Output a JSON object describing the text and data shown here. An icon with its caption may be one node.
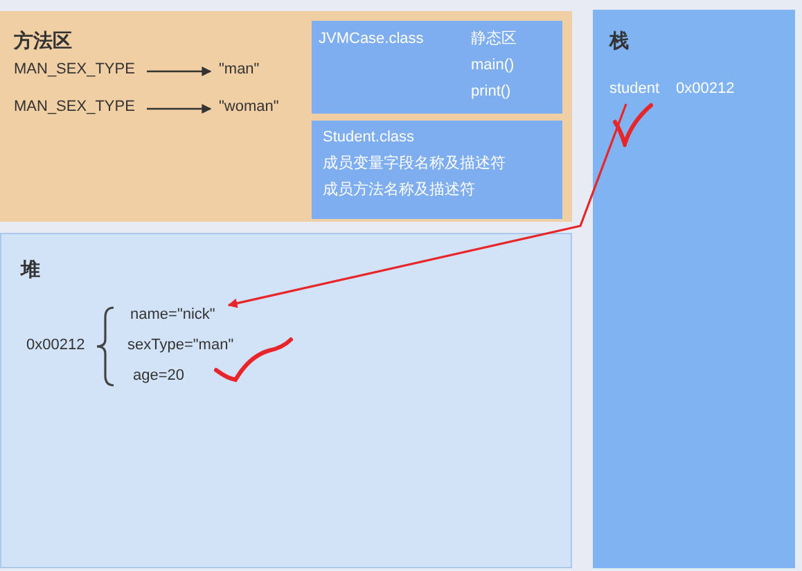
{
  "diagram": {
    "nodes": [
      {
        "text": [
          "方法区"
        ]
      },
      {
        "text": [
          "MAN_SEX_TYPE"
        ],
        "in": 0
      },
      {
        "text": [
          "\"man\""
        ],
        "in": 0
      },
      {
        "text": [
          "MAN_SEX_TYPE"
        ],
        "in": 0
      },
      {
        "text": [
          "\"woman\""
        ],
        "in": 0
      },
      {
        "text": [
          "JVMCase.class",
          "静态区",
          "main()",
          "print()"
        ],
        "in": 0
      },
      {
        "text": [
          "Student.class",
          "成员变量字段名称及描述符",
          "成员方法名称及描述符"
        ],
        "in": 0
      },
      {
        "text": [
          "堆"
        ]
      },
      {
        "text": [
          "0x00212"
        ],
        "in": 7
      },
      {
        "text": [
          "name=\"nick\""
        ],
        "in": 7
      },
      {
        "text": [
          "sexType=\"man\""
        ],
        "in": 7
      },
      {
        "text": [
          "age=20"
        ],
        "in": 7
      },
      {
        "text": [
          "栈"
        ]
      },
      {
        "text": [
          "student",
          "0x00212"
        ],
        "in": 12
      }
    ],
    "edges": [
      {
        "from": 1,
        "to": 2,
        "arrow": "to"
      },
      {
        "from": 3,
        "to": 4,
        "arrow": "to"
      },
      {
        "from": 13,
        "to": 9,
        "arrow": "to",
        "color": "#e8262a"
      }
    ]
  }
}
